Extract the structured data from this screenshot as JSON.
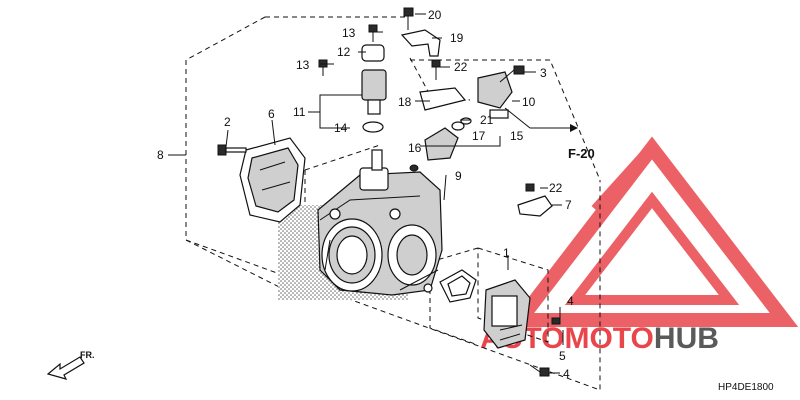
{
  "diagram": {
    "code": "HP4DE1800",
    "front_label": "FR.",
    "reference": "F-20",
    "callouts": [
      "1",
      "2",
      "3",
      "4",
      "4",
      "5",
      "6",
      "7",
      "8",
      "9",
      "10",
      "11",
      "12",
      "13",
      "13",
      "14",
      "15",
      "16",
      "17",
      "18",
      "19",
      "20",
      "21",
      "22",
      "22"
    ]
  },
  "watermark": {
    "text_part1": "AUTO",
    "text_part2": "MOTO",
    "text_part3": "HUB",
    "color_red": "#e8464b",
    "color_gray": "#5a5a5a"
  }
}
